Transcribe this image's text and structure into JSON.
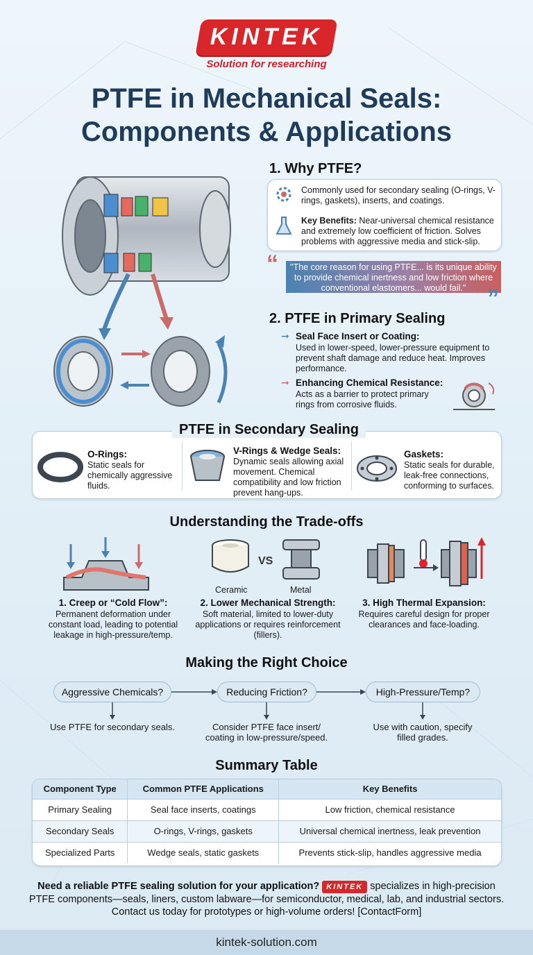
{
  "logo": {
    "brand": "KINTEK",
    "tagline": "Solution for researching"
  },
  "title": {
    "line1": "PTFE in Mechanical Seals:",
    "line2": "Components & Applications"
  },
  "why": {
    "heading": "1. Why PTFE?",
    "item1": "Commonly used for secondary sealing (O-rings, V-rings, gaskets), inserts, and coatings.",
    "item2_label": "Key Benefits:",
    "item2": " Near-universal chemical resistance and extremely low coefficient of friction. Solves problems with aggressive media and stick-slip.",
    "quote": "\"The core reason for using PTFE... is its unique ability to provide chemical inertness and low friction where conventional elastomers... would fail.\""
  },
  "primary": {
    "heading": "2. PTFE in Primary Sealing",
    "item1_title": "Seal Face Insert or Coating:",
    "item1_text": "Used in lower-speed, lower-pressure equipment to prevent shaft damage and reduce heat. Improves performance.",
    "item2_title": "Enhancing Chemical Resistance:",
    "item2_text": "Acts as a barrier to protect primary rings from corrosive fluids."
  },
  "secondary": {
    "heading": "PTFE in Secondary Sealing",
    "items": [
      {
        "title": "O-Rings:",
        "text": "Static seals for chemically aggressive fluids."
      },
      {
        "title": "V-Rings & Wedge Seals:",
        "text": "Dynamic seals allowing axial movement. Chemical compatibility and low friction prevent hang-ups."
      },
      {
        "title": "Gaskets:",
        "text": "Static seals for durable, leak-free connections, conforming to surfaces."
      }
    ]
  },
  "tradeoffs": {
    "heading": "Understanding the Trade-offs",
    "vs": "VS",
    "ceramic": "Ceramic",
    "metal": "Metal",
    "items": [
      {
        "title": "1. Creep or “Cold Flow”:",
        "text": "Permanent deformation under constant load, leading to potential leakage in high-pressure/temp."
      },
      {
        "title": "2. Lower Mechanical Strength:",
        "text": "Soft material, limited to lower-duty applications or requires reinforcement (fillers)."
      },
      {
        "title": "3. High Thermal Expansion:",
        "text": "Requires careful design for proper clearances and face-loading."
      }
    ]
  },
  "choice": {
    "heading": "Making the Right Choice",
    "steps": [
      {
        "label": "Aggressive Chemicals?",
        "result": "Use PTFE for secondary seals."
      },
      {
        "label": "Reducing Friction?",
        "result": "Consider PTFE face insert/ coating in low-pressure/speed."
      },
      {
        "label": "High-Pressure/Temp?",
        "result": "Use with caution, specify filled grades."
      }
    ]
  },
  "summary": {
    "heading": "Summary Table",
    "headers": [
      "Component Type",
      "Common PTFE Applications",
      "Key Benefits"
    ],
    "rows": [
      [
        "Primary Sealing",
        "Seal face inserts, coatings",
        "Low friction, chemical resistance"
      ],
      [
        "Secondary Seals",
        "O-rings, V-rings, gaskets",
        "Universal chemical inertness, leak prevention"
      ],
      [
        "Specialized Parts",
        "Wedge seals, static gaskets",
        "Prevents stick-slip, handles aggressive media"
      ]
    ]
  },
  "cta": {
    "part1": "Need a reliable PTFE sealing solution for your application?",
    "brand": "KINTEK",
    "part2": " specializes in high-precision PTFE components—seals, liners, custom labware—for semiconductor, medical, lab, and industrial sectors. Contact us today for prototypes or high-volume orders! [ContactForm]"
  },
  "footer": {
    "url": "kintek-solution.com"
  },
  "colors": {
    "accent_red": "#d9262b",
    "title_navy": "#1f3b5a",
    "flow_blue": "#4a83b3"
  }
}
